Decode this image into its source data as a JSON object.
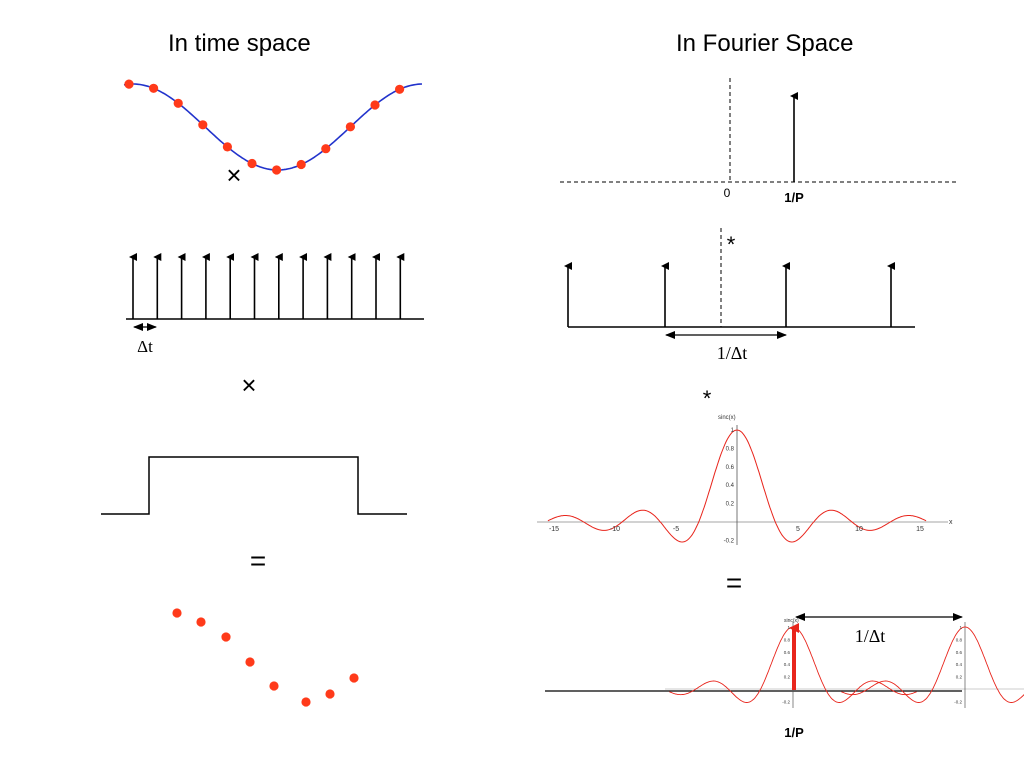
{
  "headings": {
    "time_space": "In time space",
    "fourier_space": "In Fourier Space"
  },
  "operators": {
    "multiply": "×",
    "convolve": "*",
    "equals": "="
  },
  "labels": {
    "delta_t": "Δt",
    "inv_delta_t": "1/Δt",
    "zero": "0",
    "inv_period": "1/P"
  },
  "sinc_plot": {
    "func_label": "sinc(x)",
    "y_ticks": [
      "1",
      "0.8",
      "0.6",
      "0.4",
      "0.2",
      "-0.2"
    ],
    "x_ticks": [
      "-15",
      "-10",
      "-5",
      "5",
      "10",
      "15"
    ],
    "x_axis_label": "x"
  },
  "colors": {
    "sample_dot": "#ff3a1a",
    "sine_curve": "#2233cc",
    "sinc_curve": "#e8251c",
    "line": "#000000"
  }
}
